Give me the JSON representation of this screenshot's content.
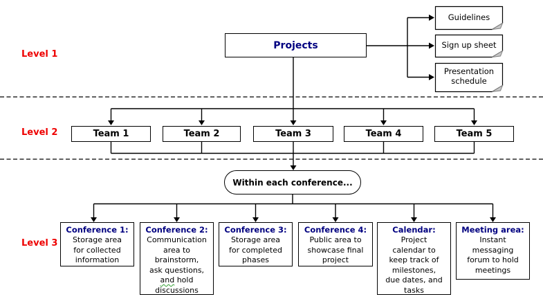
{
  "colors": {
    "accent_red": "#ee0000",
    "heading_navy": "#000080",
    "line_black": "#000000",
    "note_fold_gray": "#c8c8c8"
  },
  "levels": [
    {
      "label": "Level 1"
    },
    {
      "label": "Level 2"
    },
    {
      "label": "Level 3"
    }
  ],
  "root": {
    "title": "Projects"
  },
  "notes": [
    {
      "label": "Guidelines"
    },
    {
      "label": "Sign up sheet"
    },
    {
      "label": "Presentation schedule"
    }
  ],
  "teams": [
    {
      "label": "Team 1"
    },
    {
      "label": "Team 2"
    },
    {
      "label": "Team 3"
    },
    {
      "label": "Team 4"
    },
    {
      "label": "Team 5"
    }
  ],
  "hub": {
    "label": "Within each conference..."
  },
  "areas": [
    {
      "title": "Conference 1:",
      "body": "Storage area\nfor collected\ninformation"
    },
    {
      "title": "Conference 2:",
      "body_before": "Communication\narea to\nbrainstorm,\nask questions,\n",
      "flagged_word": "and",
      "body_after": " hold\ndiscussions"
    },
    {
      "title": "Conference 3:",
      "body": "Storage area\nfor completed\nphases"
    },
    {
      "title": "Conference 4:",
      "body": "Public area to\nshowcase final\nproject"
    },
    {
      "title": "Calendar:",
      "body": "Project\ncalendar to\nkeep track of\nmilestones,\ndue dates, and\ntasks"
    },
    {
      "title": "Meeting area:",
      "body": "Instant\nmessaging\nforum to hold\nmeetings"
    }
  ]
}
